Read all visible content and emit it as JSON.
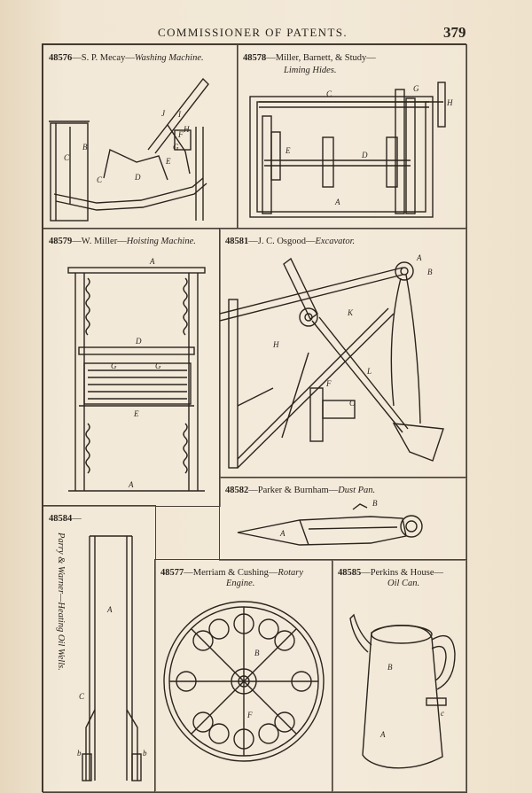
{
  "header": {
    "running_head": "COMMISSIONER OF PATENTS.",
    "page_number": "379"
  },
  "figures": {
    "f48576": {
      "number": "48576",
      "inventor": "—S. P. Mecay—",
      "title": "Washing Machine.",
      "letters": {
        "j": "J",
        "i": "I",
        "h": "H",
        "f": "F",
        "g": "G",
        "e": "E",
        "b": "B",
        "c": "C",
        "c2": "C",
        "d": "D"
      }
    },
    "f48578": {
      "number": "48578",
      "inventor": "—Miller, Barnett, & Study—",
      "title": "Liming Hides.",
      "letters": {
        "c": "C",
        "g": "G",
        "h": "H",
        "e": "E",
        "d": "D",
        "a": "A"
      }
    },
    "f48579": {
      "number": "48579",
      "inventor": "—W. Miller—",
      "title": "Hoisting Machine.",
      "letters": {
        "a": "A",
        "d": "D",
        "g1": "G",
        "g2": "G",
        "e": "E",
        "a2": "A"
      }
    },
    "f48581": {
      "number": "48581",
      "inventor": "—J. C. Osgood—",
      "title": "Excavator.",
      "letters": {
        "a": "A",
        "b": "B",
        "k": "K",
        "h": "H",
        "l": "L",
        "f": "F",
        "c": "C"
      }
    },
    "f48582": {
      "number": "48582",
      "inventor": "—Parker & Burnham—",
      "title": "Dust Pan.",
      "letters": {
        "a": "A",
        "b": "B"
      }
    },
    "f48584": {
      "number": "48584",
      "inventor": "—",
      "vertical_caption": "Parry & Warner—Heating Oil Wells.",
      "letters": {
        "a": "A",
        "c": "C",
        "b1": "b",
        "b2": "b"
      }
    },
    "f48577": {
      "number": "48577",
      "inventor": "—Merriam & Cushing—",
      "title": "Rotary",
      "title_line2": "Engine.",
      "letters": {
        "b": "B",
        "f": "F"
      }
    },
    "f48585": {
      "number": "48585",
      "inventor": "—Perkins & House—",
      "title": "Oil Can.",
      "letters": {
        "a": "A",
        "b": "B",
        "c": "c"
      }
    }
  }
}
